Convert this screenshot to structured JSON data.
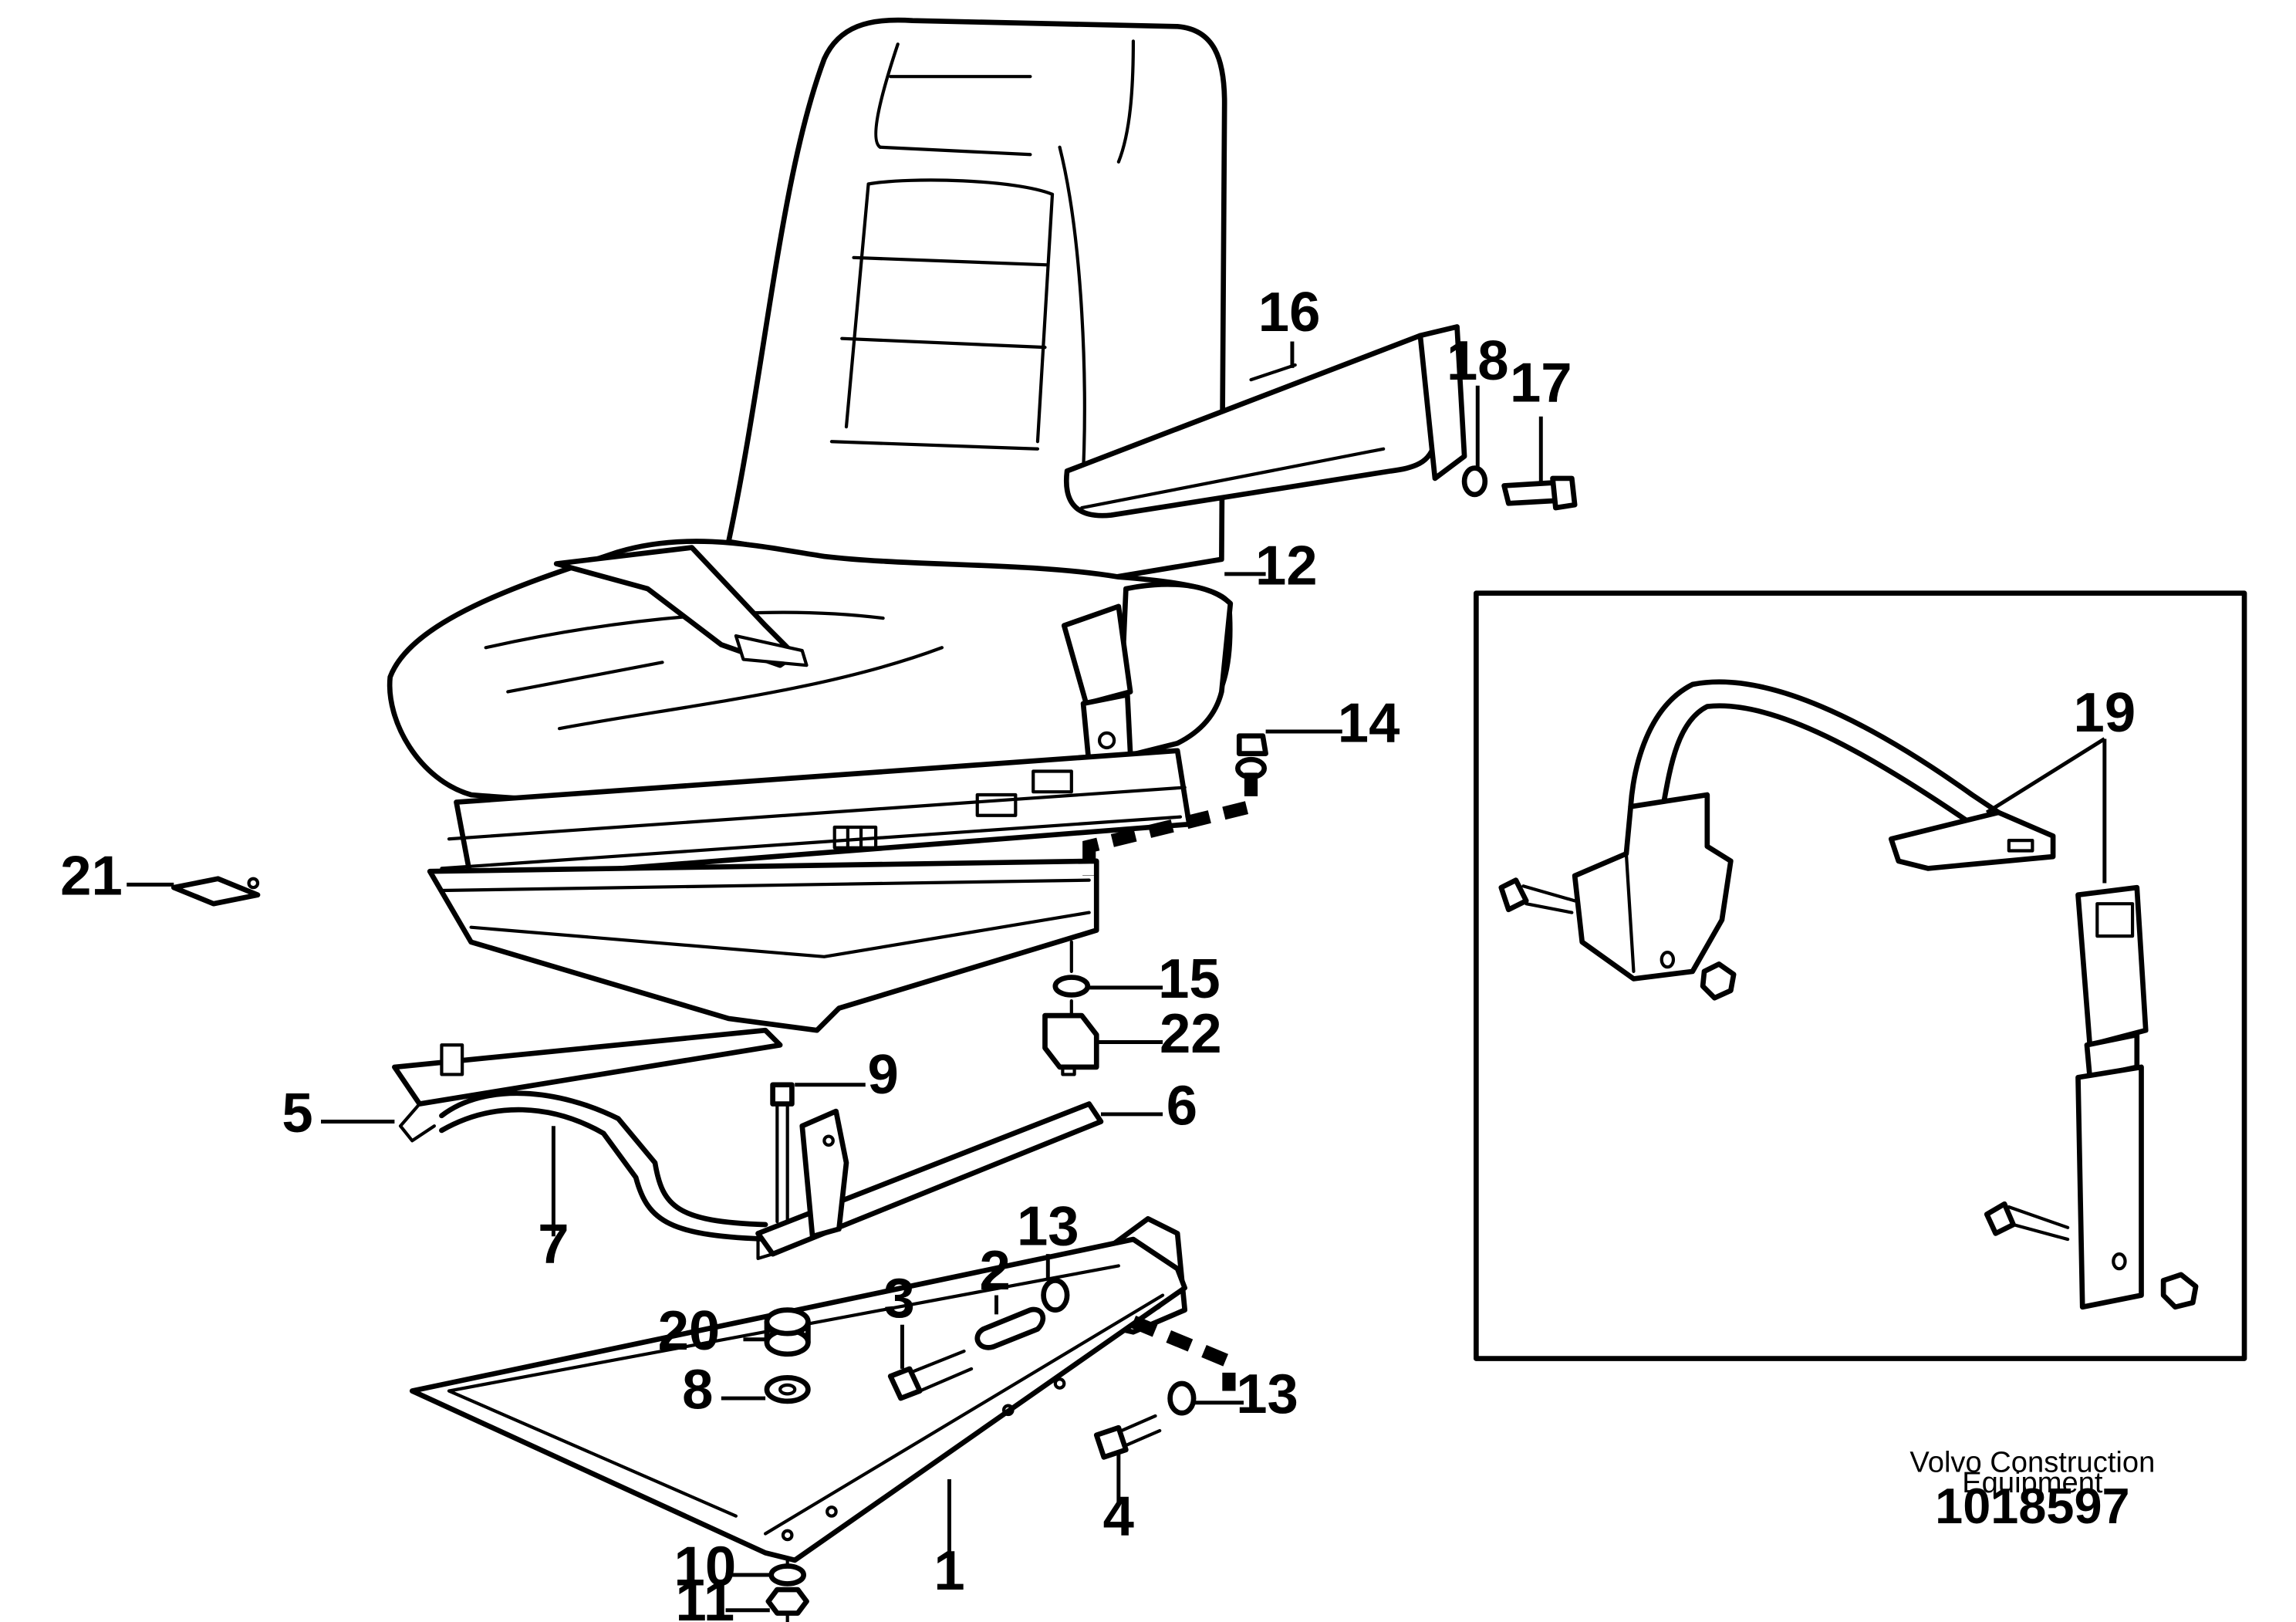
{
  "callouts": {
    "c1": "1",
    "c2": "2",
    "c3": "3",
    "c4": "4",
    "c5": "5",
    "c6": "6",
    "c7": "7",
    "c8": "8",
    "c9": "9",
    "c10": "10",
    "c11": "11",
    "c12": "12",
    "c13a": "13",
    "c13b": "13",
    "c14": "14",
    "c15": "15",
    "c16": "16",
    "c17": "17",
    "c18": "18",
    "c19": "19",
    "c20": "20",
    "c21": "21",
    "c22": "22"
  },
  "footer": {
    "company_line1": "Volvo Construction",
    "company_line2": "Equipment",
    "drawing_number": "1018597"
  }
}
